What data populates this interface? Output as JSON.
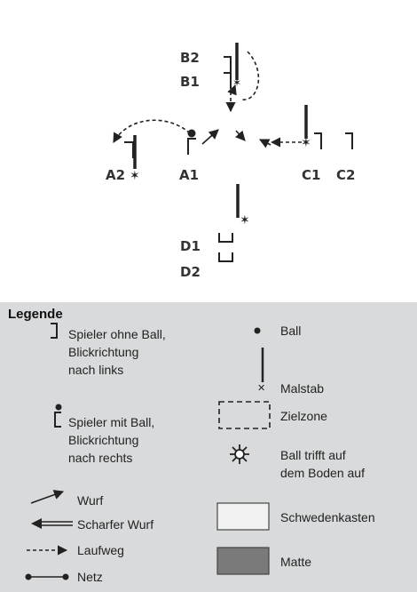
{
  "diagram": {
    "players": {
      "b2": "B2",
      "b1": "B1",
      "a2": "A2",
      "a1": "A1",
      "c1": "C1",
      "c2": "C2",
      "d1": "D1",
      "d2": "D2"
    }
  },
  "legend": {
    "title": "Legende",
    "items": {
      "player_no_ball": [
        "Spieler ohne Ball,",
        "Blickrichtung",
        "nach links"
      ],
      "player_with_ball": [
        "Spieler mit Ball,",
        "Blickrichtung",
        "nach rechts"
      ],
      "throw": "Wurf",
      "hard_throw": "Scharfer Wurf",
      "run_path": "Laufweg",
      "net": "Netz",
      "ball": "Ball",
      "post": "Malstab",
      "target_zone": "Zielzone",
      "ball_hits_ground": [
        "Ball trifft auf",
        "dem Boden auf"
      ],
      "vaulting_box": "Schwedenkasten",
      "mat": "Matte"
    }
  },
  "colors": {
    "legend_background": "#d9dadb",
    "mat_fill": "#7a7a7a",
    "ink": "#222222"
  }
}
